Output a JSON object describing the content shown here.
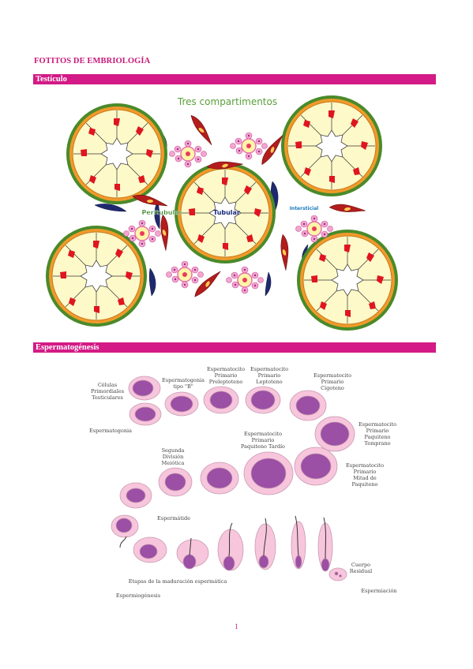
{
  "document": {
    "title": "FOTITOS DE EMBRIOLOGÍA",
    "page_number": "1"
  },
  "sections": [
    {
      "heading": "Testículo"
    },
    {
      "heading": "Espermatogénesis"
    }
  ],
  "testis_figure": {
    "title": "Tres compartimentos",
    "labels": {
      "peritubular": "Peritubular",
      "tubular": "Tubular",
      "intersticial": "Intersticial"
    }
  },
  "spermatogenesis_figure": {
    "labels": {
      "celulas_primordiales": [
        "Células",
        "Primordiales",
        "Testiculares"
      ],
      "espermatogonia": "Espermatogonia",
      "espermatogonia_b": [
        "Espermatogonia",
        "tipo \"B\""
      ],
      "preleptoteno": [
        "Espermatocito",
        "Primario",
        "Preleptoteno"
      ],
      "leptoteno": [
        "Espermatocito",
        "Primario",
        "Leptoteno"
      ],
      "cigoteno": [
        "Espermatocito",
        "Primario",
        "Cigoteno"
      ],
      "paquiteno_temprano": [
        "Espermatocito",
        "Primario",
        "Paquiteno",
        "Temprano"
      ],
      "paquiteno_tardio": [
        "Espermatocito",
        "Primario",
        "Paquiteno Tardío"
      ],
      "mitad_paquiteno": [
        "Espermatocito",
        "Primario",
        "Mitad de",
        "Paquiteno"
      ],
      "segunda_division": [
        "Segunda",
        "División",
        "Meiótica"
      ],
      "espermatide": "Espermátide",
      "cuerpo_residual": [
        "Cuerpo",
        "Residual"
      ],
      "espermiacion": "Espermiación",
      "etapas": "Etapas de la maduración espermática",
      "espermiogenesis": "Espermiogénesis"
    }
  },
  "colors": {
    "accent": "#d31a86",
    "title": "#c8187a",
    "cell_pink": "#f7c6dc",
    "nucleus": "#9b4fa5",
    "tubule_fill": "#fdf9c8",
    "nuclear_green": "#5aa03a"
  }
}
